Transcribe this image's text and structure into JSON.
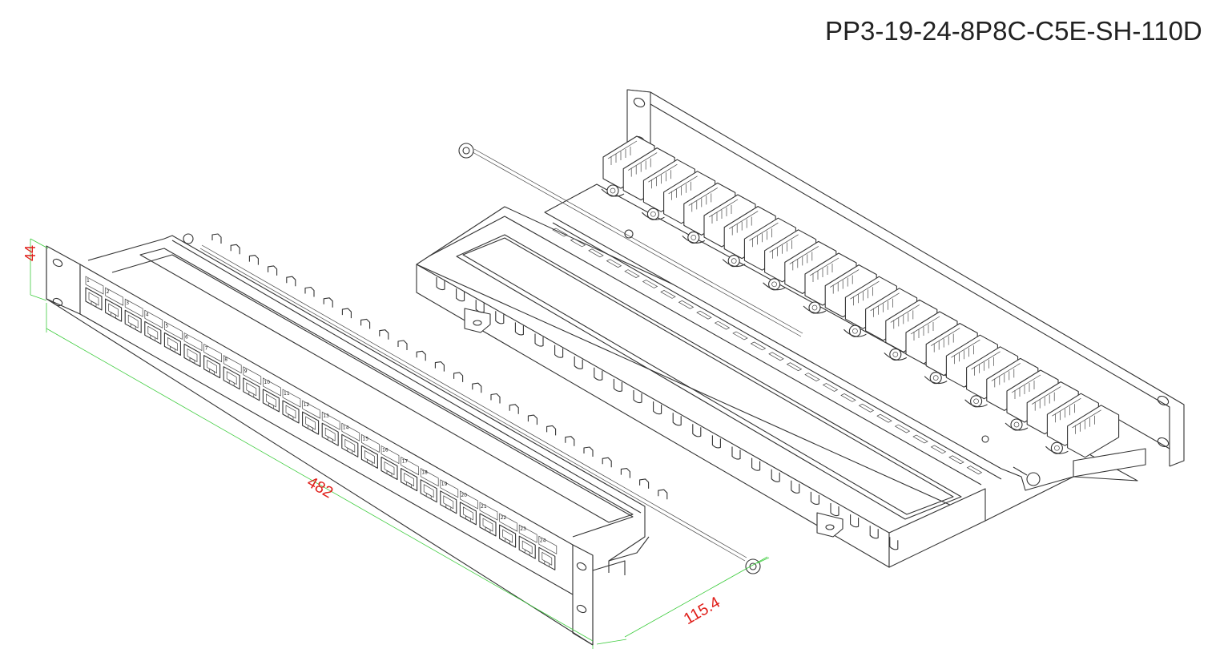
{
  "title": "PP3-19-24-8P8C-C5E-SH-110D",
  "dimensions": {
    "height": "44",
    "width": "482",
    "depth": "115.4"
  },
  "ports": {
    "count": 24,
    "labels": [
      "1",
      "2",
      "3",
      "4",
      "5",
      "6",
      "7",
      "8",
      "9",
      "10",
      "11",
      "12",
      "13",
      "14",
      "15",
      "16",
      "17",
      "18",
      "19",
      "20",
      "21",
      "22",
      "23",
      "24"
    ]
  },
  "colors": {
    "line": "#333333",
    "dimension_line": "#3dcc3d",
    "dimension_text": "#e0201b"
  }
}
